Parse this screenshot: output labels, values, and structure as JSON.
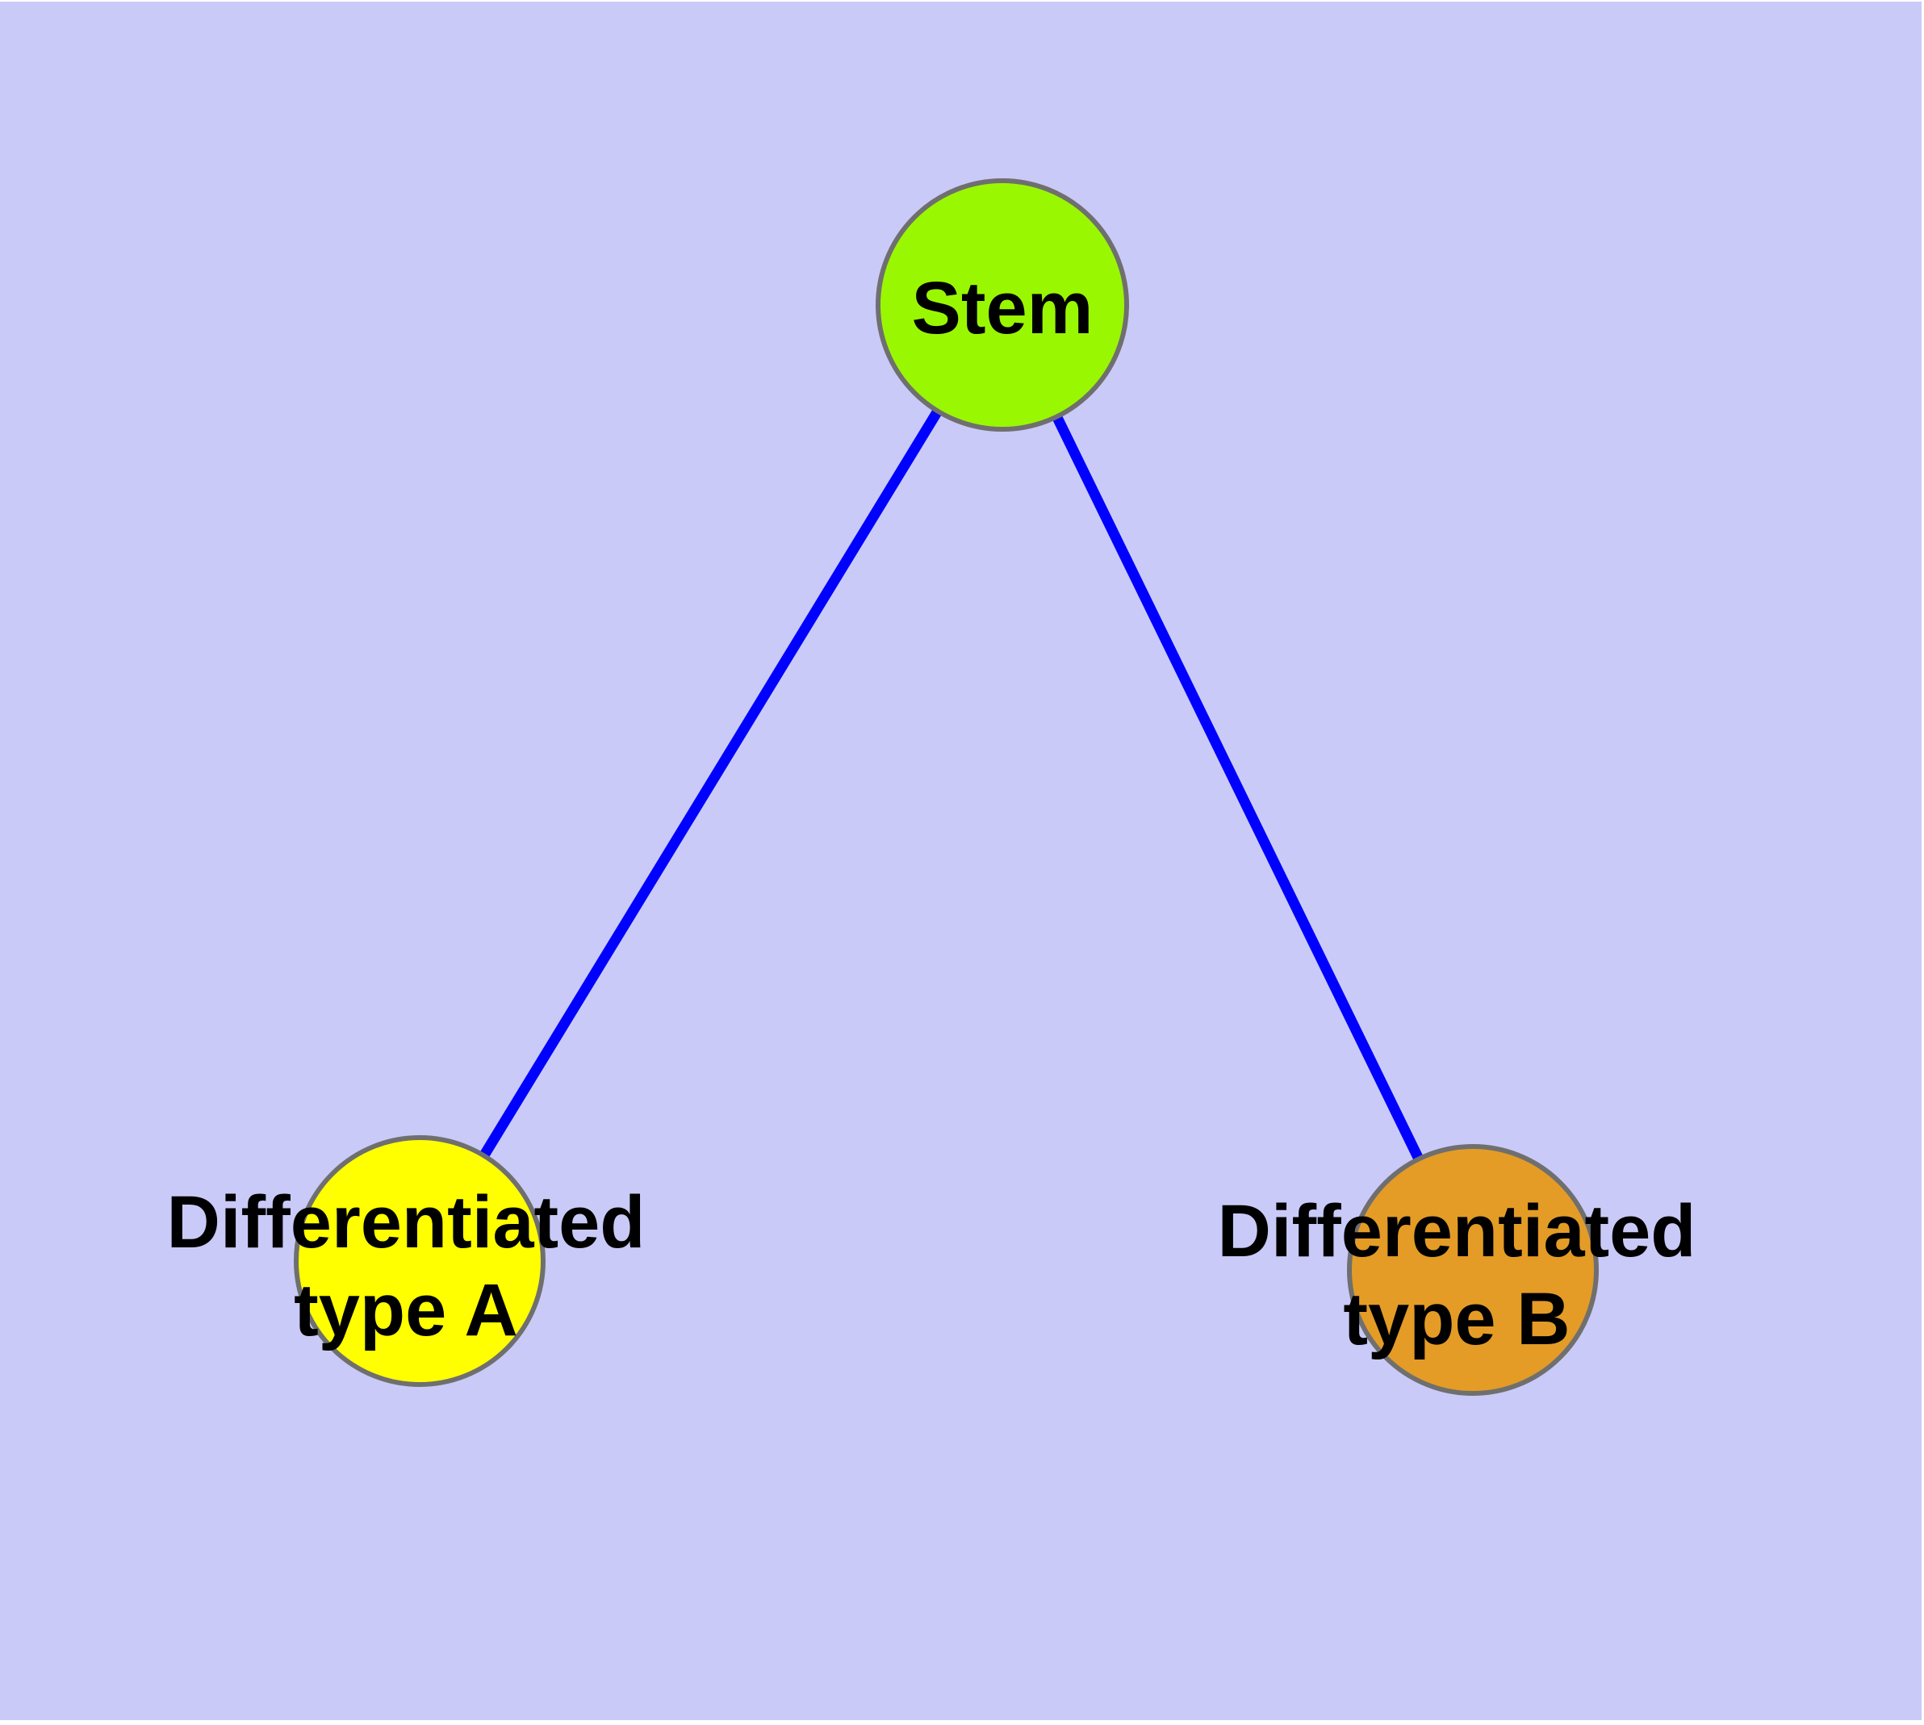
{
  "diagram": {
    "nodes": [
      {
        "id": "stem",
        "label_lines": [
          "Stem"
        ],
        "fill": "#9AF702"
      },
      {
        "id": "differentiated-type-a",
        "label_lines": [
          "Differentiated",
          "type A"
        ],
        "fill": "#FFFF00"
      },
      {
        "id": "differentiated-type-b",
        "label_lines": [
          "Differentiated",
          "type B"
        ],
        "fill": "#E49C26"
      }
    ],
    "edges": [
      {
        "from": "stem",
        "to": "differentiated-type-a",
        "color": "#0000FF"
      },
      {
        "from": "stem",
        "to": "differentiated-type-b",
        "color": "#0000FF"
      }
    ]
  },
  "colors": {
    "background": "#CACAF8",
    "page_background": "#FFFFFF",
    "node_border": "#6F6F6F",
    "edge": "#0000FF",
    "label_text": "#000000"
  }
}
